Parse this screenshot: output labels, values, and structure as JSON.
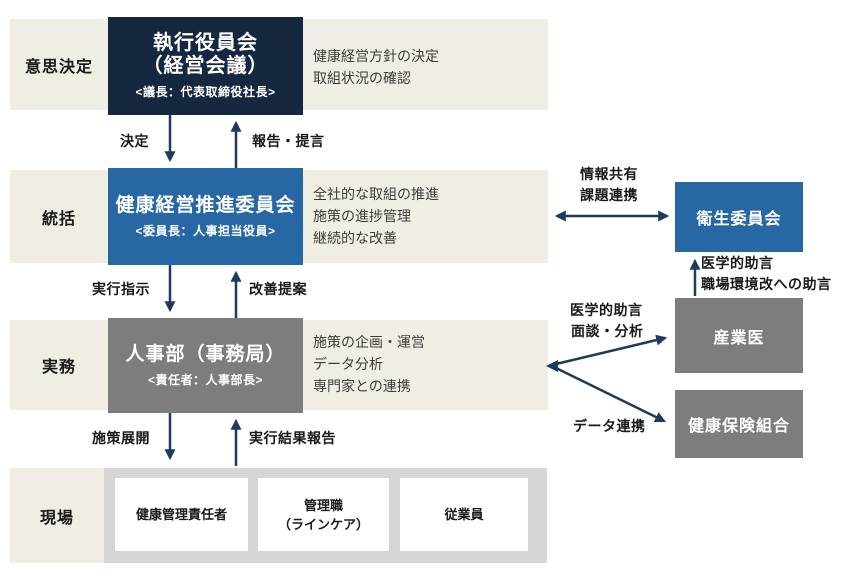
{
  "colors": {
    "navy": "#162740",
    "blue": "#2767A4",
    "gray": "#7D7D7D",
    "light_gray": "#D6D6D6",
    "beige": "#F0EDE4",
    "arrow": "#1E3A5F"
  },
  "rows": [
    {
      "label": "意思決定",
      "box": {
        "title_line1": "執行役員会",
        "title_line2": "（経営会議）",
        "subtitle": "<議長：代表取締役社長>"
      },
      "desc": [
        "健康経営方針の決定",
        "取組状況の確認"
      ]
    },
    {
      "label": "統括",
      "box": {
        "title": "健康経営推進委員会",
        "subtitle": "<委員長：人事担当役員>"
      },
      "desc": [
        "全社的な取組の推進",
        "施策の進捗管理",
        "継続的な改善"
      ]
    },
    {
      "label": "実務",
      "box": {
        "title": "人事部（事務局）",
        "subtitle": "<責任者：人事部長>"
      },
      "desc": [
        "施策の企画・運営",
        "データ分析",
        "専門家との連携"
      ]
    },
    {
      "label": "現場",
      "members": [
        {
          "line1": "健康管理責任者",
          "line2": ""
        },
        {
          "line1": "管理職",
          "line2": "（ラインケア）"
        },
        {
          "line1": "従業員",
          "line2": ""
        }
      ]
    }
  ],
  "arrows": {
    "decide": "決定",
    "report": "報告・提言",
    "execute": "実行指示",
    "improve": "改善提案",
    "deploy": "施策展開",
    "result": "実行結果報告",
    "info_share_1": "情報共有",
    "info_share_2": "課題連携",
    "advice_top_1": "医学的助言",
    "advice_top_2": "職場環境改への助言",
    "advice_left_1": "医学的助言",
    "advice_left_2": "面談・分析",
    "data_link": "データ連携"
  },
  "side_boxes": [
    {
      "label": "衛生委員会"
    },
    {
      "label": "産業医"
    },
    {
      "label": "健康保険組合"
    }
  ]
}
